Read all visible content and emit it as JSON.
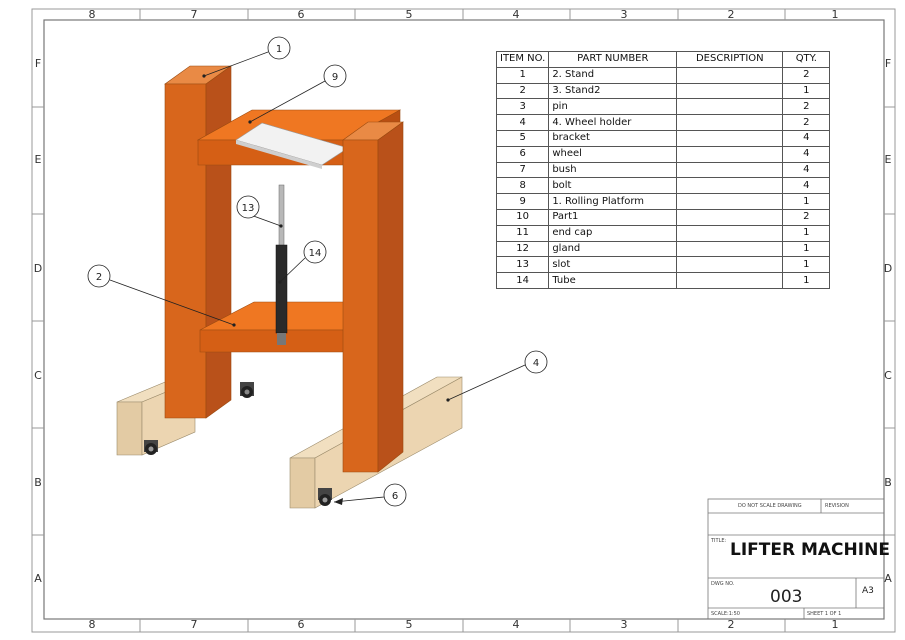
{
  "sheet": {
    "column_zones": [
      "8",
      "7",
      "6",
      "5",
      "4",
      "3",
      "2",
      "1"
    ],
    "row_zones": [
      "F",
      "E",
      "D",
      "C",
      "B",
      "A"
    ]
  },
  "bom": {
    "headers": {
      "item": "ITEM NO.",
      "part": "PART NUMBER",
      "desc": "DESCRIPTION",
      "qty": "QTY."
    },
    "rows": [
      {
        "item": "1",
        "part": "2. Stand",
        "desc": "",
        "qty": "2"
      },
      {
        "item": "2",
        "part": "3. Stand2",
        "desc": "",
        "qty": "1"
      },
      {
        "item": "3",
        "part": "pin",
        "desc": "",
        "qty": "2"
      },
      {
        "item": "4",
        "part": "4. Wheel holder",
        "desc": "",
        "qty": "2"
      },
      {
        "item": "5",
        "part": "bracket",
        "desc": "",
        "qty": "4"
      },
      {
        "item": "6",
        "part": "wheel",
        "desc": "",
        "qty": "4"
      },
      {
        "item": "7",
        "part": "bush",
        "desc": "",
        "qty": "4"
      },
      {
        "item": "8",
        "part": "bolt",
        "desc": "",
        "qty": "4"
      },
      {
        "item": "9",
        "part": "1. Rolling Platform",
        "desc": "",
        "qty": "1"
      },
      {
        "item": "10",
        "part": "Part1",
        "desc": "",
        "qty": "2"
      },
      {
        "item": "11",
        "part": "end cap",
        "desc": "",
        "qty": "1"
      },
      {
        "item": "12",
        "part": "gland",
        "desc": "",
        "qty": "1"
      },
      {
        "item": "13",
        "part": "slot",
        "desc": "",
        "qty": "1"
      },
      {
        "item": "14",
        "part": "Tube",
        "desc": "",
        "qty": "1"
      }
    ]
  },
  "balloons": [
    {
      "id": "balloon-1",
      "num": "1"
    },
    {
      "id": "balloon-9",
      "num": "9"
    },
    {
      "id": "balloon-13",
      "num": "13"
    },
    {
      "id": "balloon-14",
      "num": "14"
    },
    {
      "id": "balloon-2",
      "num": "2"
    },
    {
      "id": "balloon-4",
      "num": "4"
    },
    {
      "id": "balloon-6",
      "num": "6"
    }
  ],
  "title_block": {
    "do_not_scale": "DO NOT SCALE DRAWING",
    "revision_label": "REVISION",
    "title_label": "TITLE:",
    "title": "LIFTER MACHINE",
    "dwg_no_label": "DWG NO.",
    "dwg_no": "003",
    "size": "A3",
    "scale": "SCALE:1:50",
    "sheet": "SHEET 1 OF 1"
  },
  "colors": {
    "wood_orange": "#e0671a",
    "wood_dark": "#b84e12",
    "base_wood": "#e9d3b0",
    "platform_plate": "#eeeeee",
    "cylinder": "#2a2a2a"
  }
}
